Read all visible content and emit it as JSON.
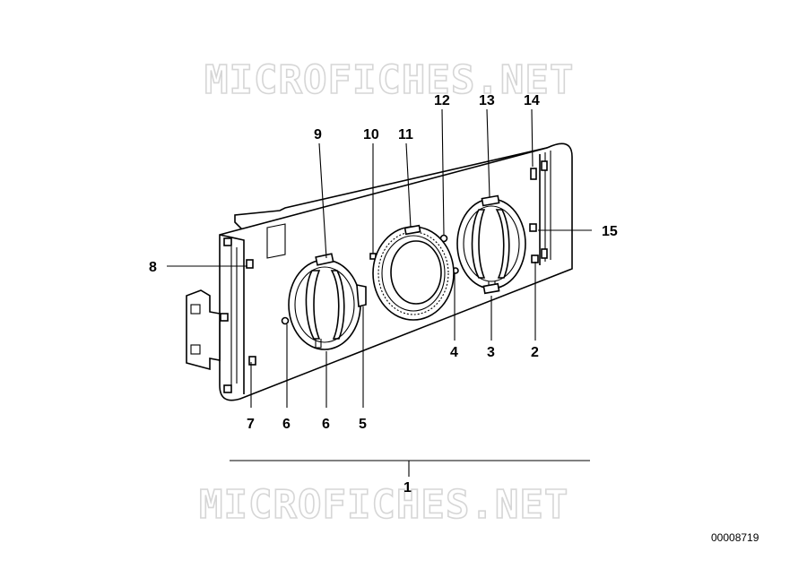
{
  "watermark": {
    "top": "MICROFICHES.NET",
    "bottom": "MICROFICHES.NET"
  },
  "diagram_ref": "00008719",
  "callouts": {
    "c1": "1",
    "c2": "2",
    "c3": "3",
    "c4": "4",
    "c5": "5",
    "c6a": "6",
    "c6b": "6",
    "c7": "7",
    "c8": "8",
    "c9": "9",
    "c10": "10",
    "c11": "11",
    "c12": "12",
    "c13": "13",
    "c14": "14",
    "c15": "15"
  }
}
